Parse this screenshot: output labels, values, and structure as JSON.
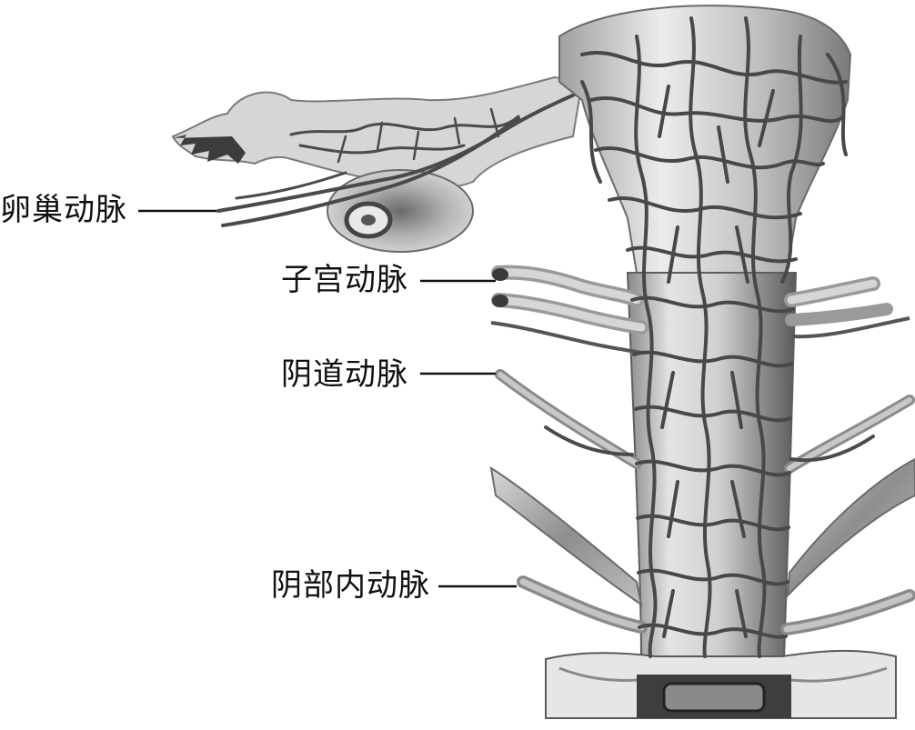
{
  "labels": {
    "ovarian_artery": "卵巢动脉",
    "uterine_artery": "子宫动脉",
    "vaginal_artery": "阴道动脉",
    "internal_pudendal_artery": "阴部内动脉"
  },
  "colors": {
    "background": "#ffffff",
    "text": "#111111",
    "leader_line": "#111111",
    "vessel": "#4a4a4a",
    "tissue_light": "#e2e2e2",
    "tissue_mid": "#a8a8a8",
    "tissue_dark": "#6e6e6e"
  }
}
